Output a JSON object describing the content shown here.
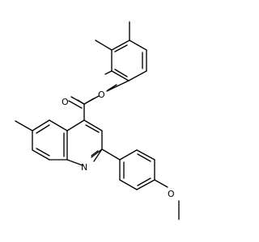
{
  "molecule": {
    "atom_labels": {
      "carbonyl_oxygen": "O",
      "ester_oxygen": "O",
      "quinoline_nitrogen": "N",
      "methoxy_oxygen": "O"
    }
  }
}
